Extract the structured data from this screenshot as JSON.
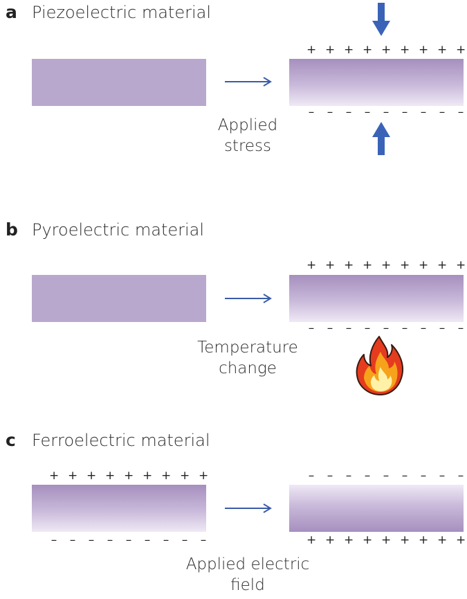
{
  "panels": [
    {
      "letter": "a",
      "title": "Piezoelectric material",
      "process_label_line1": "Applied",
      "process_label_line2": "stress",
      "after_top_charge": "+",
      "after_bottom_charge": "–"
    },
    {
      "letter": "b",
      "title": "Pyroelectric material",
      "process_label_line1": "Temperature",
      "process_label_line2": "change",
      "after_top_charge": "+",
      "after_bottom_charge": "–"
    },
    {
      "letter": "c",
      "title": "Ferroelectric material",
      "process_label_line1": "Applied electric",
      "process_label_line2": "field",
      "before_top_charge": "+",
      "before_bottom_charge": "–",
      "after_top_charge": "–",
      "after_bottom_charge": "+"
    }
  ],
  "colors": {
    "material": "#b9a8cd",
    "arrow": "#3a5ba8",
    "stress_arrow": "#3a63b8"
  },
  "icons": {
    "stress": "stress-arrow-icon",
    "heat": "flame-icon"
  }
}
